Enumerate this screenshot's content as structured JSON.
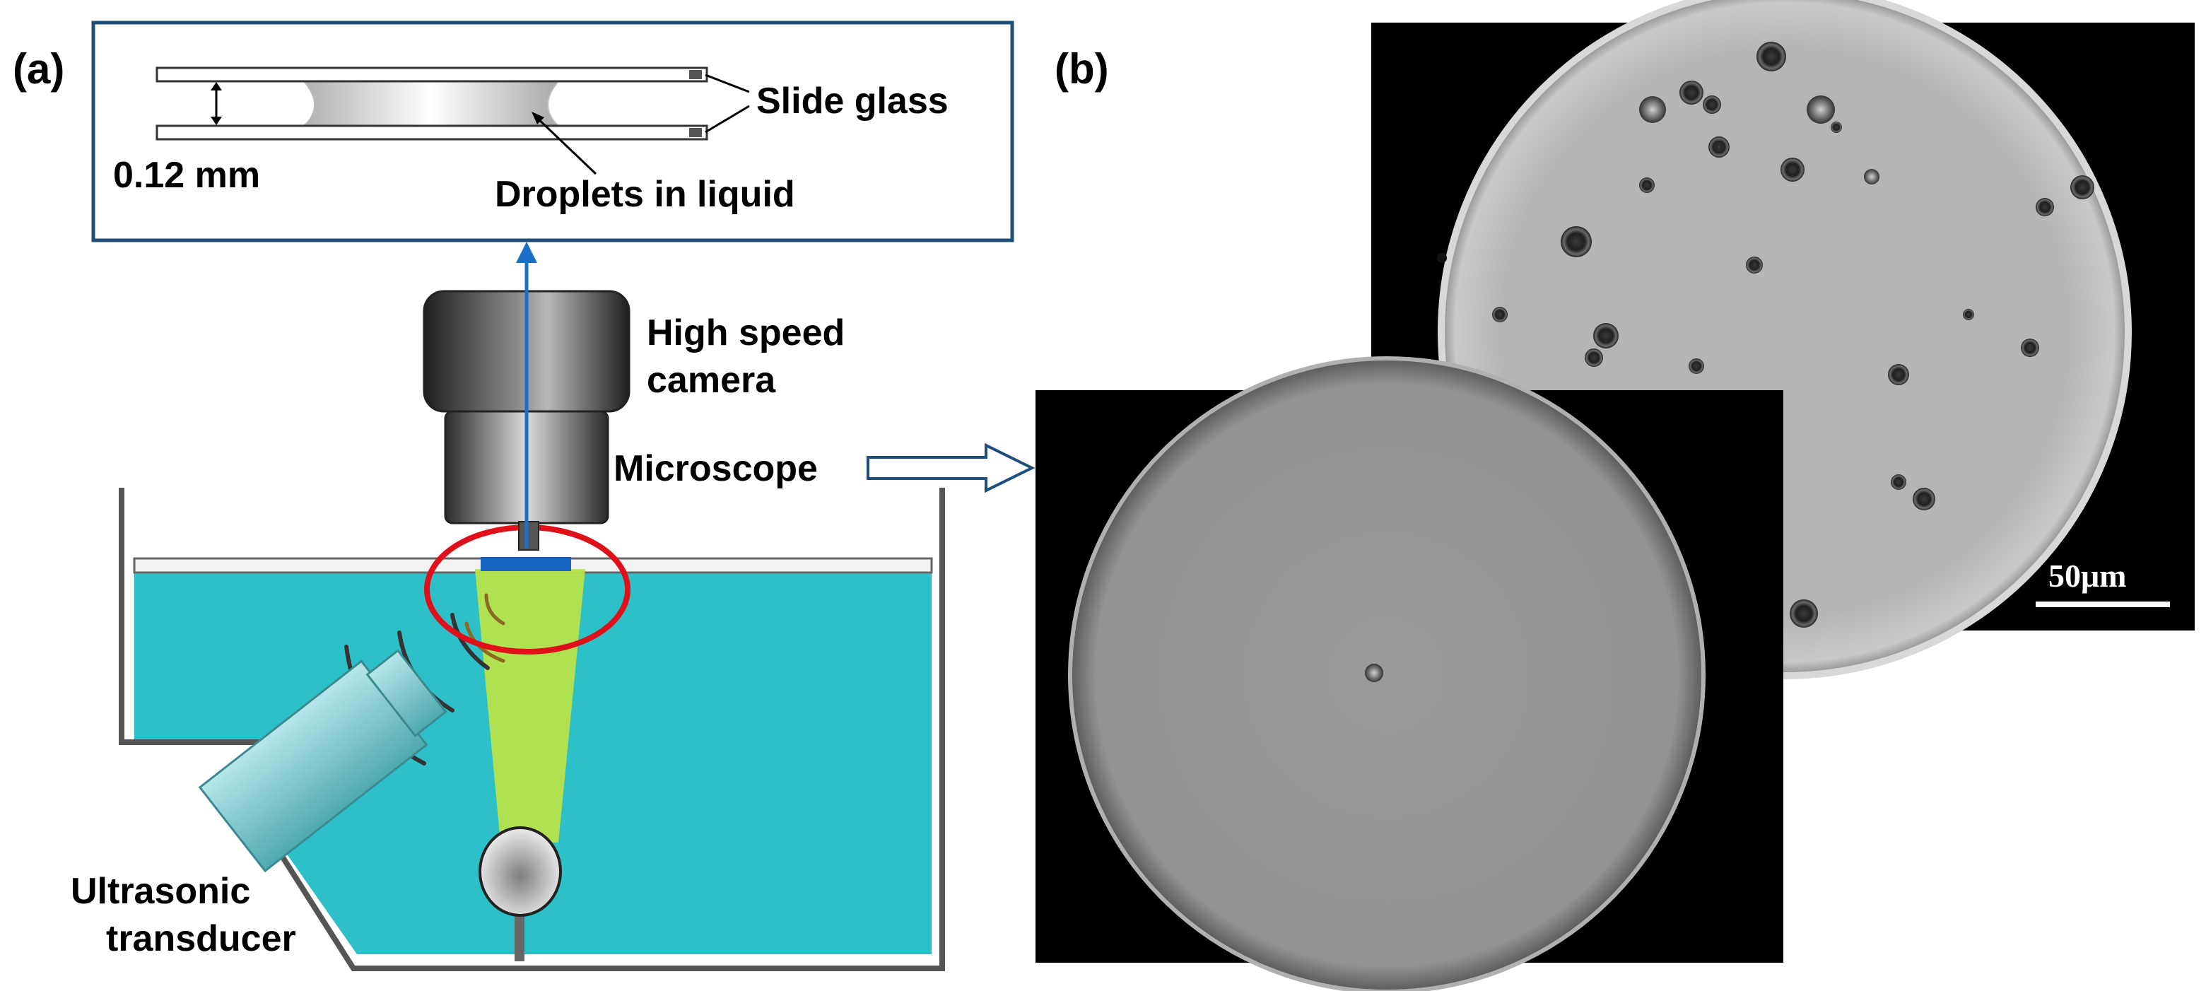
{
  "panels": {
    "a": "(a)",
    "b": "(b)"
  },
  "labels": {
    "slide_glass": "Slide glass",
    "gap": "0.12 mm",
    "droplets": "Droplets in liquid",
    "camera_line1": "High speed",
    "camera_line2": "camera",
    "microscope": "Microscope",
    "transducer_line1": "Ultrasonic",
    "transducer_line2": "transducer",
    "scale_bar": "50μm"
  },
  "colors": {
    "water": "#2ec0c8",
    "beam": "#b7e34a",
    "highlight_ring": "#e0101a",
    "arrow": "#1a6fc9",
    "inset_border": "#1f4e79",
    "sample": "#1565c0"
  },
  "icons": [
    "camera-icon",
    "microscope-icon",
    "transducer-icon",
    "lamp-icon",
    "sound-wave-icon"
  ]
}
